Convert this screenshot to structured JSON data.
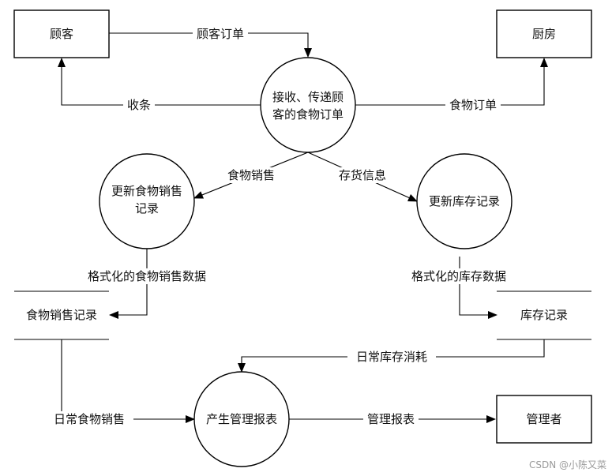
{
  "entities": {
    "customer": "顾客",
    "kitchen": "厨房",
    "manager": "管理者"
  },
  "processes": {
    "receive_order": [
      "接收、传递顾",
      "客的食物订单"
    ],
    "update_sales": [
      "更新食物销售",
      "记录"
    ],
    "update_stock": "更新库存记录",
    "make_report": "产生管理报表"
  },
  "stores": {
    "sales_record": "食物销售记录",
    "stock_record": "库存记录"
  },
  "flows": {
    "customer_order": "顾客订单",
    "receipt": "收条",
    "food_order": "食物订单",
    "food_sales": "食物销售",
    "stock_info": "存货信息",
    "formatted_sales": "格式化的食物销售数据",
    "formatted_stock": "格式化的库存数据",
    "daily_stock_use": "日常库存消耗",
    "daily_food_sales": "日常食物销售",
    "report": "管理报表"
  },
  "watermark": "CSDN @小陈又菜"
}
